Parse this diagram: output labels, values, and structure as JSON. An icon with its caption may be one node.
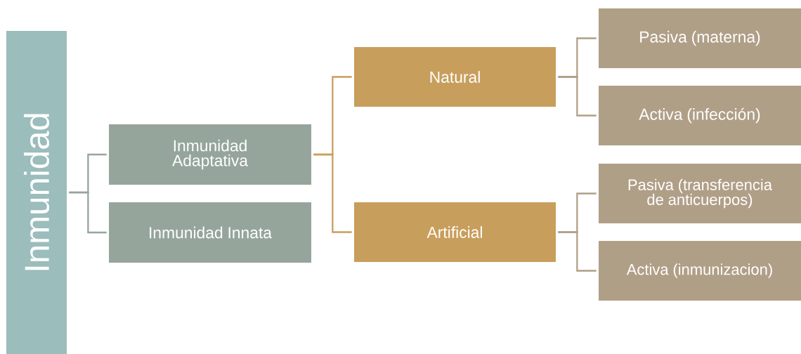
{
  "diagram": {
    "nodes": [
      {
        "text": [
          "Inmunidad"
        ]
      },
      {
        "text": [
          "Inmunidad Adaptativa"
        ]
      },
      {
        "text": [
          "Inmunidad Innata"
        ]
      },
      {
        "text": [
          "Natural"
        ]
      },
      {
        "text": [
          "Artificial"
        ]
      },
      {
        "text": [
          "Pasiva (materna)"
        ]
      },
      {
        "text": [
          "Activa (infección)"
        ]
      },
      {
        "text": [
          "Pasiva (transferencia de anticuerpos)"
        ]
      },
      {
        "text": [
          "Activa (inmunizacion)"
        ]
      }
    ],
    "edges": [
      {
        "from": 0,
        "to": 1,
        "arrow": "none",
        "color": "#95a59c"
      },
      {
        "from": 0,
        "to": 2,
        "arrow": "none",
        "color": "#95a59c"
      },
      {
        "from": 1,
        "to": 3,
        "arrow": "none",
        "color": "#c89e5c"
      },
      {
        "from": 1,
        "to": 4,
        "arrow": "none",
        "color": "#c89e5c"
      },
      {
        "from": 3,
        "to": 5,
        "arrow": "none",
        "color": "#b09f87"
      },
      {
        "from": 3,
        "to": 6,
        "arrow": "none",
        "color": "#b09f87"
      },
      {
        "from": 4,
        "to": 7,
        "arrow": "none",
        "color": "#b09f87"
      },
      {
        "from": 4,
        "to": 8,
        "arrow": "none",
        "color": "#b09f87"
      }
    ]
  }
}
